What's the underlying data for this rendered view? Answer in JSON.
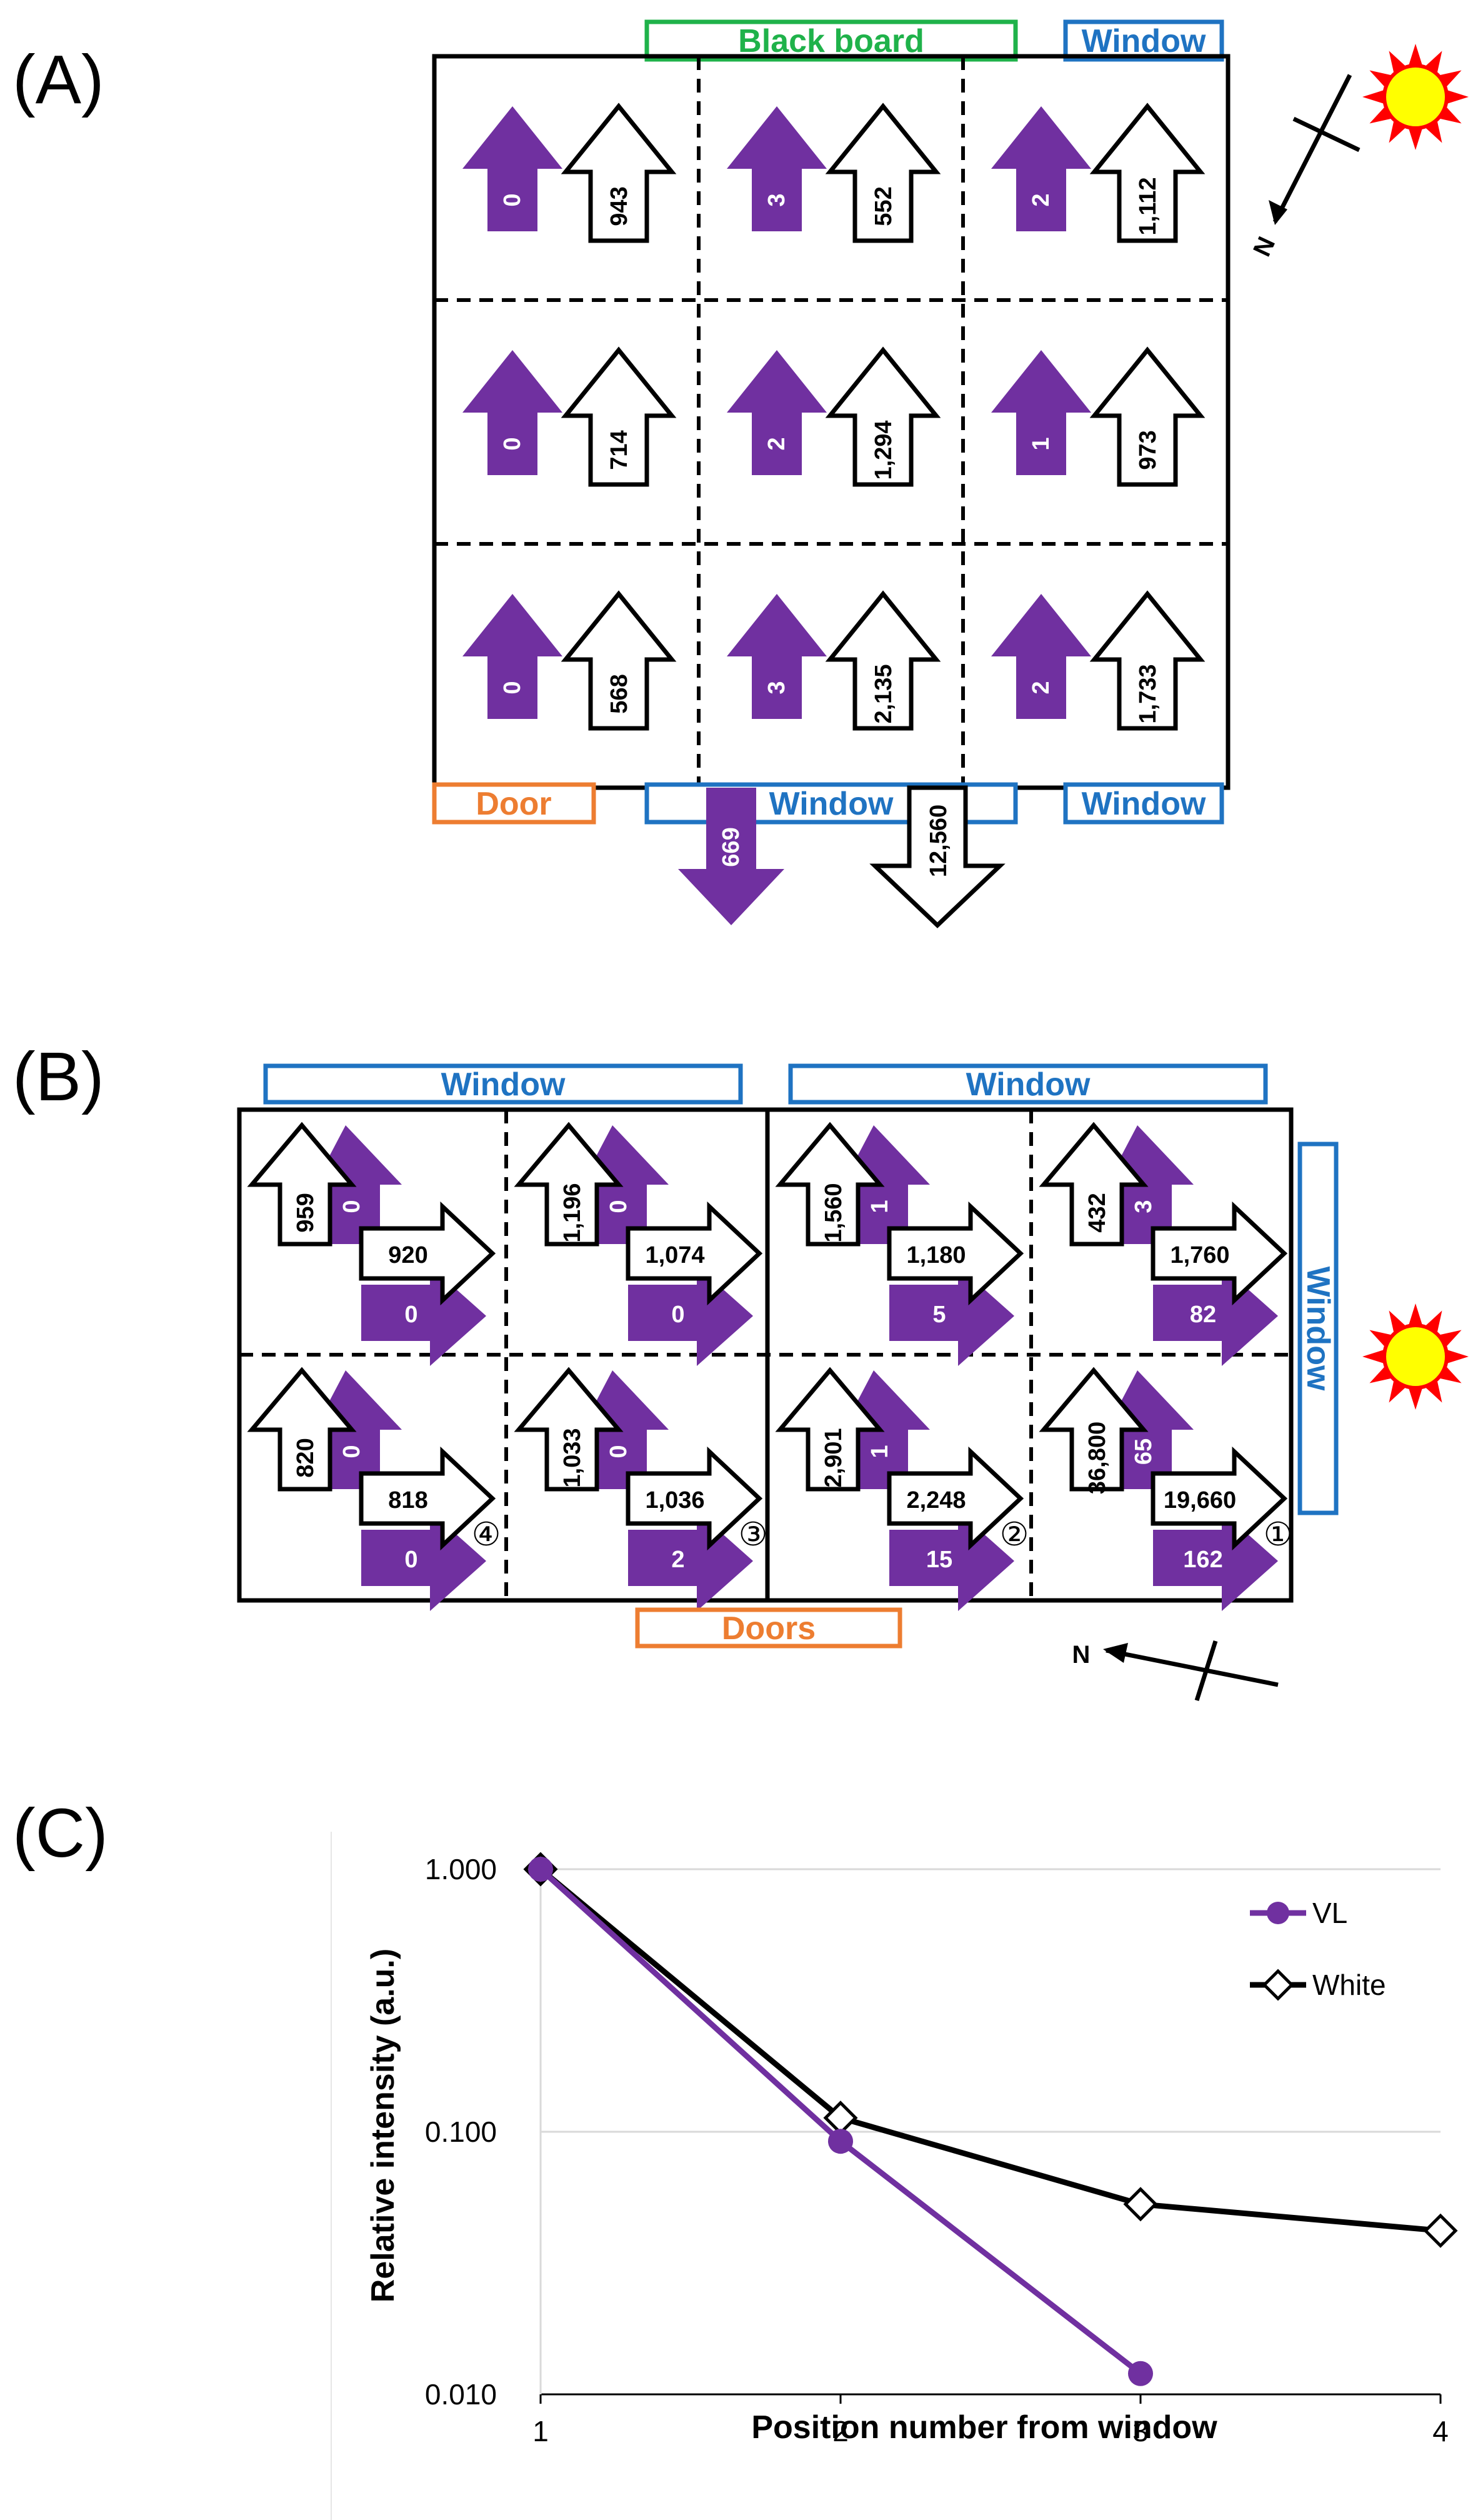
{
  "colors": {
    "vl": "#7030a0",
    "white_outline": "#000000",
    "window": "#1f73c2",
    "blackboard": "#1fb24a",
    "door": "#ed7d31",
    "sun_fill": "#ffff00",
    "sun_rays": "#ff0000"
  },
  "panel_a": {
    "label": "(A)",
    "blackboard": "Black board",
    "window_top": "Window",
    "door": "Door",
    "window_bottom_center": "Window",
    "window_bottom_right": "Window",
    "north": "N",
    "cells": [
      {
        "vl": "0",
        "white": "943"
      },
      {
        "vl": "3",
        "white": "552"
      },
      {
        "vl": "2",
        "white": "1,112"
      },
      {
        "vl": "0",
        "white": "714"
      },
      {
        "vl": "2",
        "white": "1,294"
      },
      {
        "vl": "1",
        "white": "973"
      },
      {
        "vl": "0",
        "white": "568"
      },
      {
        "vl": "3",
        "white": "2,135"
      },
      {
        "vl": "2",
        "white": "1,733"
      }
    ],
    "outside": {
      "vl": "669",
      "white": "12,560"
    }
  },
  "panel_b": {
    "label": "(B)",
    "window_top_left": "Window",
    "window_top_right": "Window",
    "window_side": "Window",
    "doors": "Doors",
    "north": "N",
    "cells": [
      {
        "up_white": "959",
        "up_vl": "0",
        "right_white": "920",
        "right_vl": "0",
        "mark": ""
      },
      {
        "up_white": "1,196",
        "up_vl": "0",
        "right_white": "1,074",
        "right_vl": "0",
        "mark": ""
      },
      {
        "up_white": "1,560",
        "up_vl": "1",
        "right_white": "1,180",
        "right_vl": "5",
        "mark": ""
      },
      {
        "up_white": "432",
        "up_vl": "3",
        "right_white": "1,760",
        "right_vl": "82",
        "mark": ""
      },
      {
        "up_white": "820",
        "up_vl": "0",
        "right_white": "818",
        "right_vl": "0",
        "mark": "④"
      },
      {
        "up_white": "1,033",
        "up_vl": "0",
        "right_white": "1,036",
        "right_vl": "2",
        "mark": "③"
      },
      {
        "up_white": "2,901",
        "up_vl": "1",
        "right_white": "2,248",
        "right_vl": "15",
        "mark": "②"
      },
      {
        "up_white": "36,800",
        "up_vl": "65",
        "right_white": "19,660",
        "right_vl": "162",
        "mark": "①"
      }
    ]
  },
  "panel_c": {
    "label": "(C)",
    "chart_data": {
      "type": "line",
      "xlabel": "Position number from window",
      "ylabel": "Relative intensity (a.u.)",
      "x": [
        1,
        2,
        3,
        4
      ],
      "ylim": [
        0.01,
        1.0
      ],
      "yscale": "log",
      "grid": true,
      "legend_position": "top-right",
      "yticks": [
        "1.000",
        "0.100",
        "0.010"
      ],
      "xticks": [
        "1",
        "2",
        "3",
        "4"
      ],
      "series": [
        {
          "name": "VL",
          "x": [
            1,
            2,
            3
          ],
          "values": [
            1.0,
            0.092,
            0.012
          ],
          "color": "#7030a0",
          "marker": "circle"
        },
        {
          "name": "White",
          "x": [
            1,
            2,
            3,
            4
          ],
          "values": [
            1.0,
            0.113,
            0.053,
            0.042
          ],
          "color": "#000000",
          "marker": "diamond"
        }
      ]
    }
  }
}
